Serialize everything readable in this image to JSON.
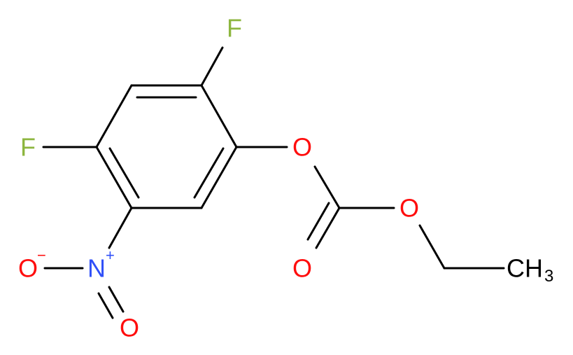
{
  "molecule": {
    "atoms": {
      "f_top": "F",
      "f_left": "F",
      "o_ester": "O",
      "o_carbonyl": "O",
      "o_ether": "O",
      "ch3": "CH",
      "ch3_sub": "3",
      "n_nitro": "N",
      "n_charge": "+",
      "o_nitro_minus": "O",
      "o_minus_charge": "−",
      "o_nitro_double": "O"
    },
    "colors": {
      "fluorine": "#8DB63F",
      "oxygen": "#FF0D0D",
      "nitrogen": "#3050F8",
      "carbon": "#000000"
    }
  }
}
